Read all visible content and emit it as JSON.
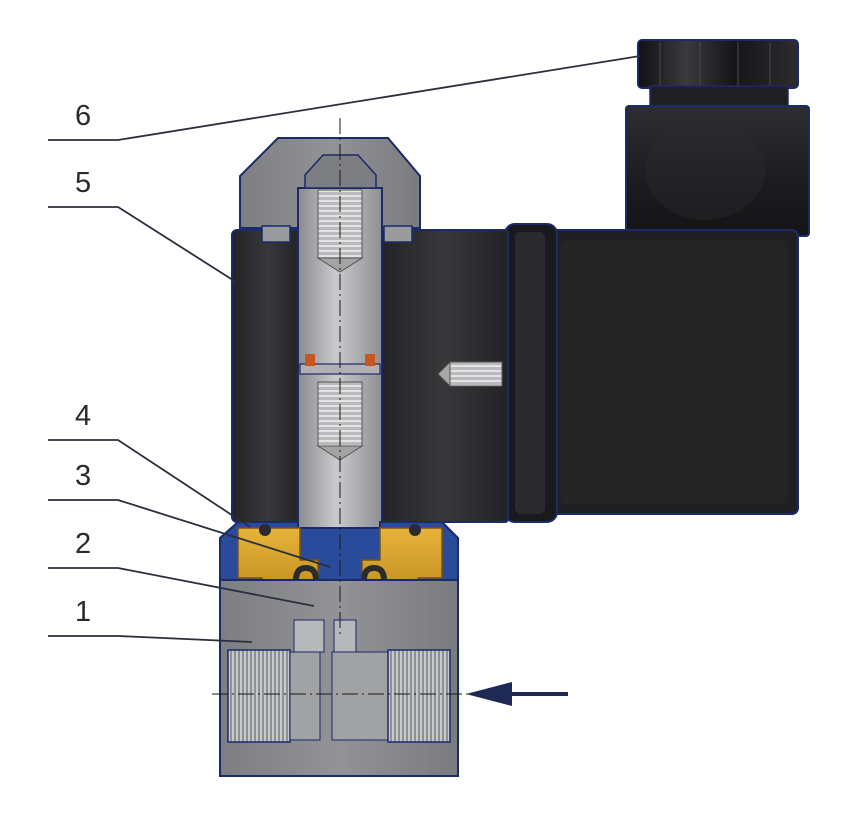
{
  "colors": {
    "body_gray": "#8c8d8f",
    "body_gray_dark": "#6f7073",
    "body_gray_light": "#a9aaac",
    "core_gray": "#9b9c9e",
    "core_gray_light": "#c2c3c5",
    "coil_black": "#2c2c2e",
    "connector_black": "#1e1e20",
    "brass": "#d6a12a",
    "brass_dark": "#a87612",
    "seal_blue": "#2a4a9a",
    "seal_red": "#c8561e",
    "outline": "#1a2a6a",
    "flow_arrow": "#1e2a55"
  },
  "callouts": [
    {
      "label": "6"
    },
    {
      "label": "5"
    },
    {
      "label": "4"
    },
    {
      "label": "3"
    },
    {
      "label": "2"
    },
    {
      "label": "1"
    }
  ],
  "flow_arrow": {
    "icon": "flow-direction-arrow-icon"
  }
}
